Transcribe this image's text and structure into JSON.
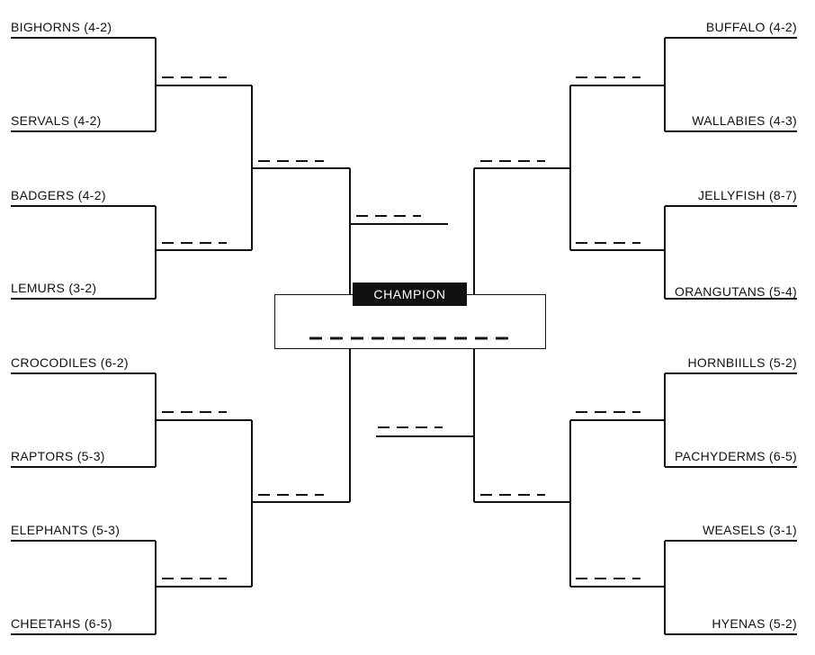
{
  "bracket": {
    "left_teams": [
      "BIGHORNS (4-2)",
      "SERVALS (4-2)",
      "BADGERS (4-2)",
      "LEMURS (3-2)",
      "CROCODILES (6-2)",
      "RAPTORS (5-3)",
      "ELEPHANTS (5-3)",
      "CHEETAHS (6-5)"
    ],
    "right_teams": [
      "BUFFALO (4-2)",
      "WALLABIES (4-3)",
      "JELLYFISH (8-7)",
      "ORANGUTANS (5-4)",
      "HORNBIILLS (5-2)",
      "PACHYDERMS (6-5)",
      "WEASELS (3-1)",
      "HYENAS (5-2)"
    ],
    "champion_label": "CHAMPION"
  }
}
